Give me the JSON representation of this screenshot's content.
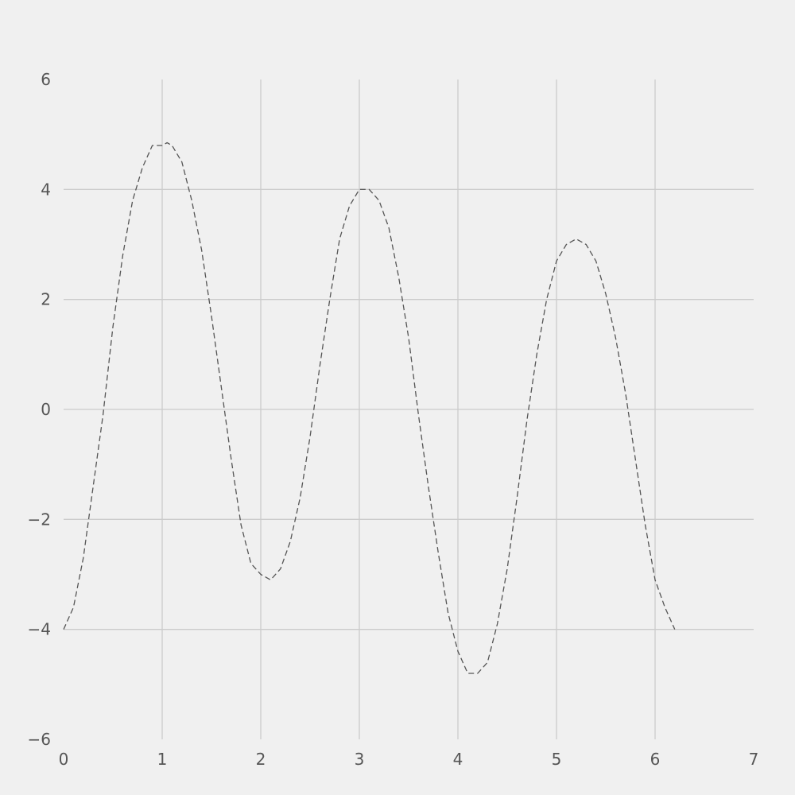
{
  "chart_data": {
    "type": "line",
    "title": "",
    "xlabel": "",
    "ylabel": "",
    "xlim": [
      0,
      7
    ],
    "ylim": [
      -6,
      6
    ],
    "x_ticks": [
      0,
      1,
      2,
      3,
      4,
      5,
      6,
      7
    ],
    "y_ticks": [
      -6,
      -4,
      -2,
      0,
      2,
      4,
      6
    ],
    "x_tick_labels": [
      "0",
      "1",
      "2",
      "3",
      "4",
      "5",
      "6",
      "7"
    ],
    "y_tick_labels": [
      "−6",
      "−4",
      "−2",
      "0",
      "2",
      "4",
      "6"
    ],
    "grid": true,
    "legend": "none",
    "series": [
      {
        "color": "#555555",
        "line_style": "dashed",
        "x": [
          0.0,
          0.1,
          0.2,
          0.3,
          0.4,
          0.5,
          0.6,
          0.7,
          0.8,
          0.9,
          1.0,
          1.05,
          1.1,
          1.2,
          1.3,
          1.4,
          1.5,
          1.6,
          1.7,
          1.8,
          1.9,
          2.0,
          2.1,
          2.2,
          2.3,
          2.4,
          2.5,
          2.6,
          2.7,
          2.8,
          2.9,
          3.0,
          3.1,
          3.2,
          3.3,
          3.4,
          3.5,
          3.6,
          3.7,
          3.8,
          3.9,
          4.0,
          4.1,
          4.2,
          4.3,
          4.4,
          4.5,
          4.6,
          4.7,
          4.8,
          4.9,
          5.0,
          5.1,
          5.2,
          5.3,
          5.4,
          5.5,
          5.6,
          5.7,
          5.8,
          5.9,
          6.0,
          6.1,
          6.2
        ],
        "y": [
          -4.0,
          -3.6,
          -2.7,
          -1.4,
          -0.1,
          1.5,
          2.8,
          3.8,
          4.4,
          4.8,
          4.8,
          4.85,
          4.8,
          4.5,
          3.8,
          2.9,
          1.7,
          0.4,
          -0.9,
          -2.1,
          -2.8,
          -3.0,
          -3.1,
          -2.9,
          -2.4,
          -1.6,
          -0.5,
          0.8,
          2.0,
          3.1,
          3.7,
          4.0,
          4.0,
          3.8,
          3.3,
          2.4,
          1.3,
          -0.1,
          -1.4,
          -2.6,
          -3.7,
          -4.4,
          -4.8,
          -4.8,
          -4.6,
          -3.9,
          -2.9,
          -1.6,
          -0.2,
          1.0,
          2.0,
          2.7,
          3.0,
          3.1,
          3.0,
          2.7,
          2.1,
          1.3,
          0.3,
          -0.9,
          -2.1,
          -3.1,
          -3.6,
          -4.0
        ]
      }
    ]
  }
}
